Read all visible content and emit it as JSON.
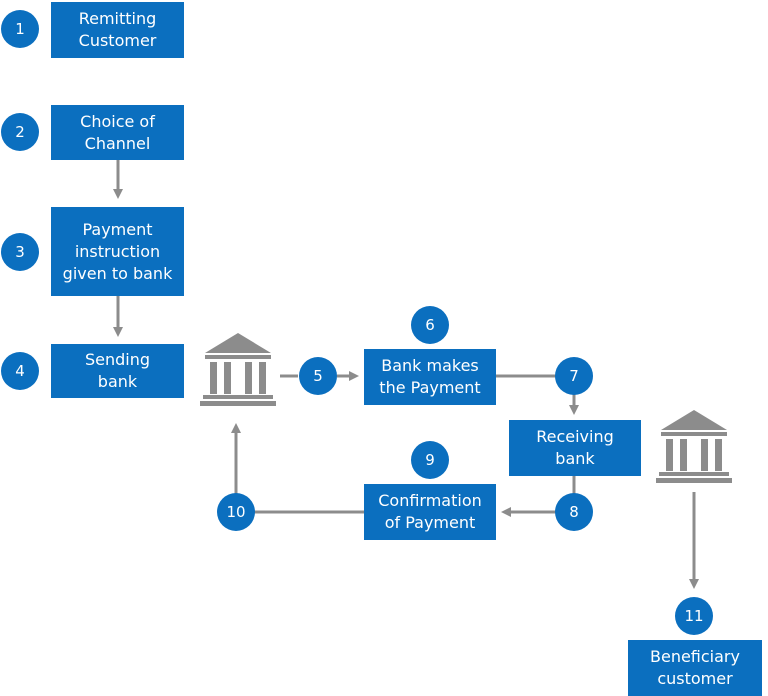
{
  "colors": {
    "primary": "#0b6fbf",
    "line": "#8c8c8c"
  },
  "steps": [
    {
      "num": "1",
      "label": "Remitting\nCustomer"
    },
    {
      "num": "2",
      "label": "Choice of\nChannel"
    },
    {
      "num": "3",
      "label": "Payment\ninstruction\ngiven to bank"
    },
    {
      "num": "4",
      "label": "Sending\nbank"
    },
    {
      "num": "5"
    },
    {
      "num": "6",
      "label": "Bank makes\nthe Payment"
    },
    {
      "num": "7",
      "label": "Receiving\nbank"
    },
    {
      "num": "8"
    },
    {
      "num": "9",
      "label": "Confirmation\nof Payment"
    },
    {
      "num": "10"
    },
    {
      "num": "11",
      "label": "Beneficiary\ncustomer"
    }
  ],
  "icons": [
    "bank-icon-sending",
    "bank-icon-beneficiary"
  ]
}
